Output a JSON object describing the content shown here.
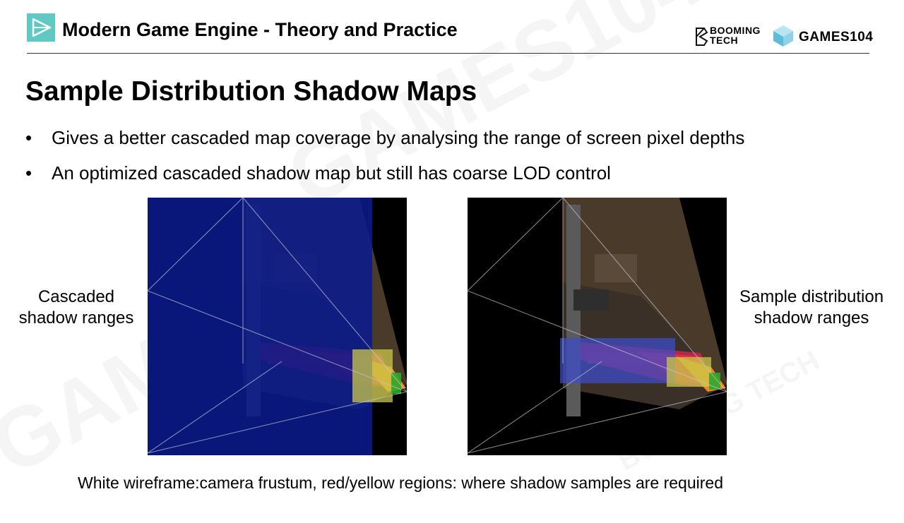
{
  "header": {
    "title": "Modern Game Engine - Theory and Practice",
    "brand_booming": [
      "BOOMING",
      "TECH"
    ],
    "brand_games": "GAMES104"
  },
  "slide": {
    "title": "Sample Distribution Shadow Maps",
    "bullets": [
      "Gives a better cascaded map coverage by analysing the range of screen pixel depths",
      "An optimized cascaded shadow map but still has coarse LOD control"
    ],
    "bullet_marker": "•"
  },
  "figures": {
    "left_label": [
      "Cascaded",
      "shadow ranges"
    ],
    "right_label": [
      "Sample distribution",
      "shadow ranges"
    ]
  },
  "caption": "White wireframe:camera frustum, red/yellow regions: where shadow samples are required",
  "watermarks": [
    "GAMES104",
    "BOOMING TECH"
  ],
  "colors": {
    "accent": "#5fc9c3",
    "cascade_blue": "#0a1a8c",
    "sample_blue": "#3c4ccc",
    "yellow_region": "#c8c84a",
    "green_region": "#2ca82c",
    "red_samples": "#e0304a"
  }
}
